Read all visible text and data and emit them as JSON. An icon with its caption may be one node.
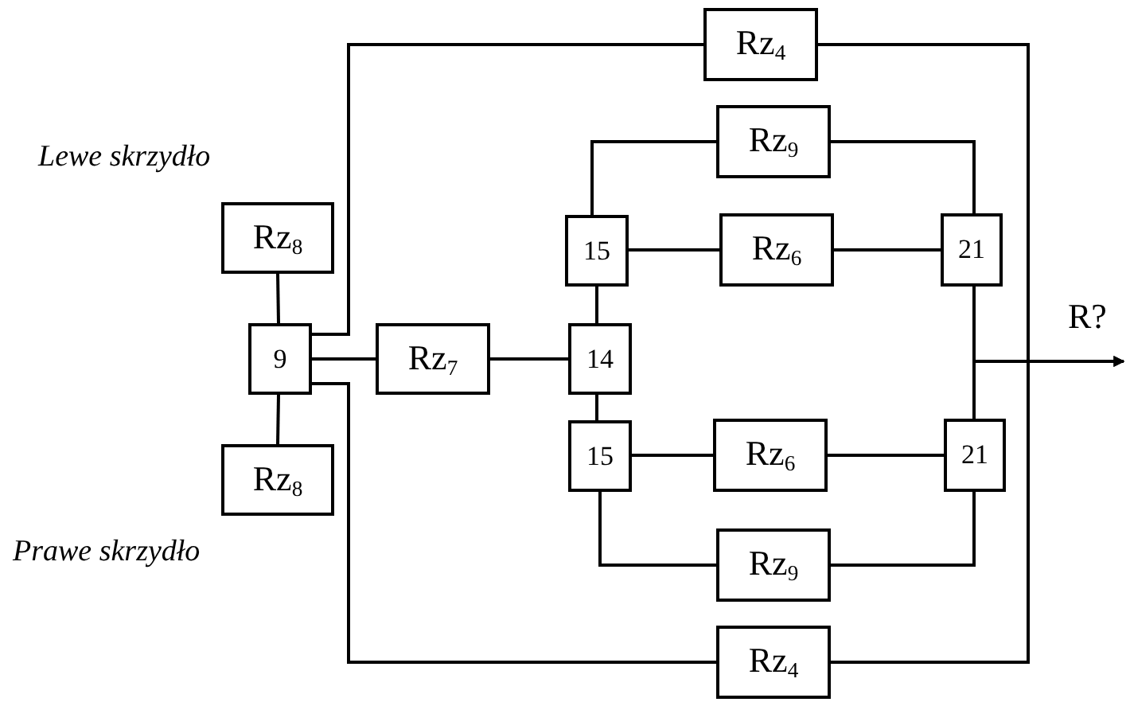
{
  "diagram": {
    "nodes": [
      {
        "text": [
          "Rz$_{4}$"
        ]
      },
      {
        "text": [
          "Rz$_{9}$"
        ]
      },
      {
        "text": [
          "Rz$_{8}$"
        ]
      },
      {
        "text": [
          "15"
        ]
      },
      {
        "text": [
          "Rz$_{6}$"
        ]
      },
      {
        "text": [
          "21"
        ]
      },
      {
        "text": [
          "9"
        ]
      },
      {
        "text": [
          "Rz$_{7}$"
        ]
      },
      {
        "text": [
          "14"
        ]
      },
      {
        "text": [
          "15"
        ]
      },
      {
        "text": [
          "Rz$_{6}$"
        ]
      },
      {
        "text": [
          "21"
        ]
      },
      {
        "text": [
          "Rz$_{8}$"
        ]
      },
      {
        "text": [
          "Rz$_{9}$"
        ]
      },
      {
        "text": [
          "Rz$_{4}$"
        ]
      }
    ],
    "edges": [
      {
        "from": 2,
        "to": 6,
        "arrow": "none"
      },
      {
        "from": 6,
        "to": 12,
        "arrow": "none"
      },
      {
        "from": 6,
        "to": 0,
        "arrow": "none"
      },
      {
        "from": 6,
        "to": 14,
        "arrow": "none"
      },
      {
        "from": 6,
        "to": 7,
        "arrow": "none"
      },
      {
        "from": 7,
        "to": 8,
        "arrow": "none"
      },
      {
        "from": 8,
        "to": 3,
        "arrow": "none"
      },
      {
        "from": 8,
        "to": 9,
        "arrow": "none"
      },
      {
        "from": 3,
        "to": 1,
        "arrow": "none"
      },
      {
        "from": 3,
        "to": 4,
        "arrow": "none"
      },
      {
        "from": 1,
        "to": 5,
        "arrow": "none"
      },
      {
        "from": 4,
        "to": 5,
        "arrow": "none"
      },
      {
        "from": 9,
        "to": 10,
        "arrow": "none"
      },
      {
        "from": 9,
        "to": 13,
        "arrow": "none"
      },
      {
        "from": 10,
        "to": 11,
        "arrow": "none"
      },
      {
        "from": 13,
        "to": 11,
        "arrow": "none"
      },
      {
        "from": 5,
        "to": 11,
        "arrow": "none"
      },
      {
        "from": 0,
        "to": 14,
        "arrow": "none"
      },
      {
        "from": 5,
        "to": null,
        "arrow": "to"
      },
      {
        "from": 11,
        "to": null,
        "arrow": "to"
      }
    ],
    "labels": [
      "Lewe skrzydło",
      "R?",
      "Prawe skrzydło"
    ]
  }
}
